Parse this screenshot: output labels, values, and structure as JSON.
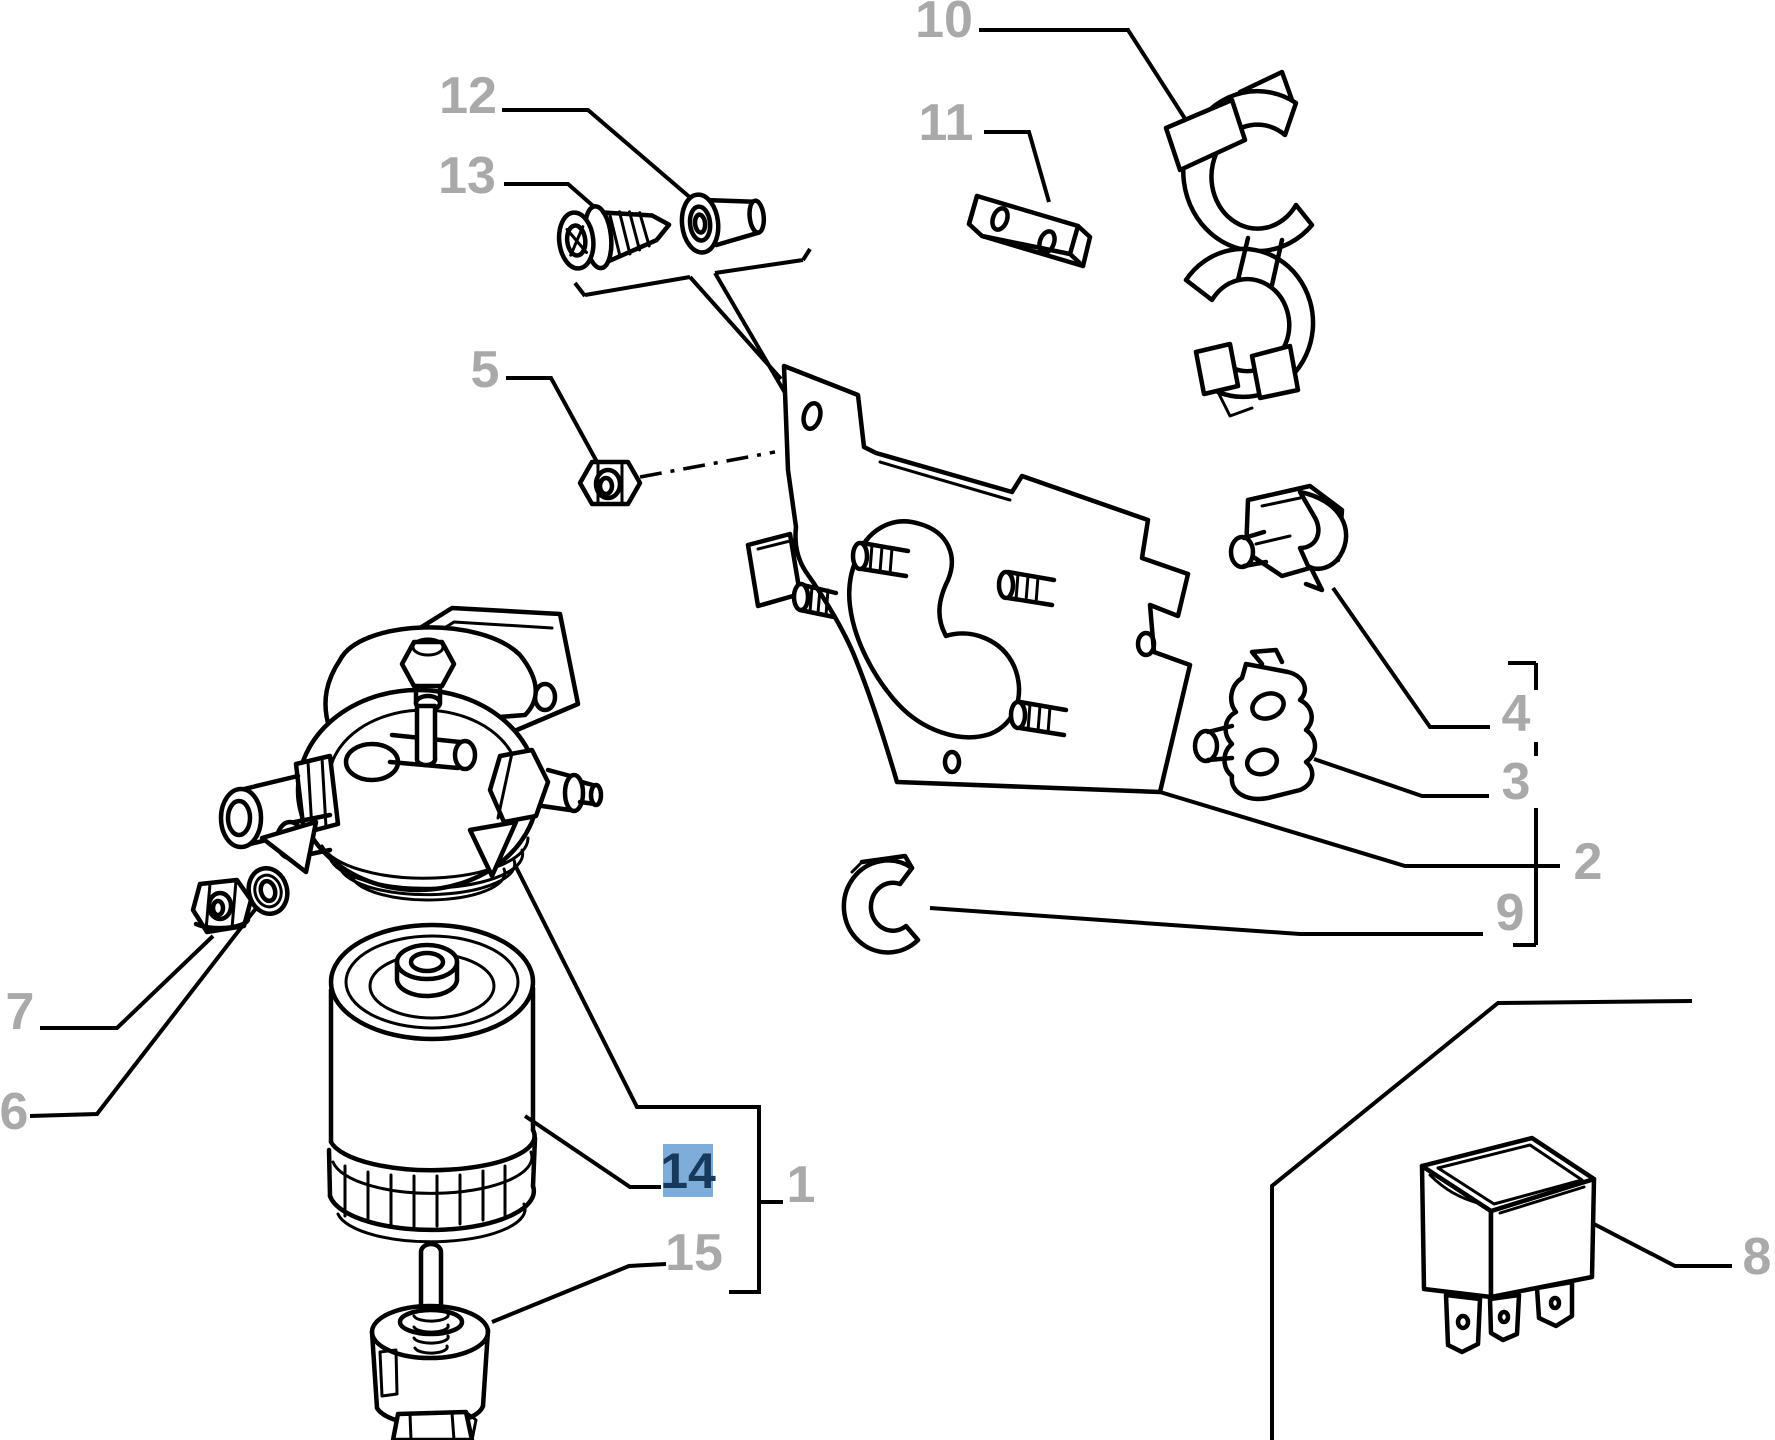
{
  "diagram": {
    "type": "exploded-parts-diagram",
    "background_color": "#ffffff",
    "line_color": "#000000",
    "callout_color": "#a9a9a9",
    "highlight": {
      "callout": "14",
      "badge_background": "#7dadd8",
      "badge_text_color": "#16395c"
    },
    "callouts": [
      {
        "id": 1,
        "label": "1",
        "highlighted": false
      },
      {
        "id": 2,
        "label": "2",
        "highlighted": false
      },
      {
        "id": 3,
        "label": "3",
        "highlighted": false
      },
      {
        "id": 4,
        "label": "4",
        "highlighted": false
      },
      {
        "id": 5,
        "label": "5",
        "highlighted": false
      },
      {
        "id": 6,
        "label": "6",
        "highlighted": false
      },
      {
        "id": 7,
        "label": "7",
        "highlighted": false
      },
      {
        "id": 8,
        "label": "8",
        "highlighted": false
      },
      {
        "id": 9,
        "label": "9",
        "highlighted": false
      },
      {
        "id": 10,
        "label": "10",
        "highlighted": false
      },
      {
        "id": 11,
        "label": "11",
        "highlighted": false
      },
      {
        "id": 12,
        "label": "12",
        "highlighted": false
      },
      {
        "id": 13,
        "label": "13",
        "highlighted": false
      },
      {
        "id": 14,
        "label": "14",
        "highlighted": true
      },
      {
        "id": 15,
        "label": "15",
        "highlighted": false
      }
    ]
  }
}
